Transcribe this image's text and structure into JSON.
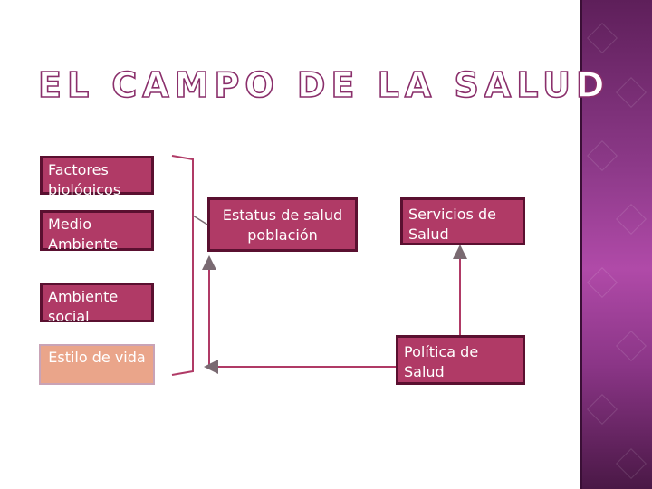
{
  "title": "EL CAMPO DE LA SALUD",
  "boxes": {
    "factores": "Factores biológicos",
    "medio": "Medio Ambiente",
    "ambiente_social": "Ambiente social",
    "estilo": "Estilo de vida",
    "estatus": "Estatus de salud población",
    "servicios": "Servicios de Salud",
    "politica": "Política de Salud"
  },
  "colors": {
    "box_fill": "#b03a66",
    "box_border": "#5a1030",
    "highlight_fill": "#eaa58a",
    "title_outline": "#8a2f6b",
    "side_panel": "#8e3a8a"
  }
}
